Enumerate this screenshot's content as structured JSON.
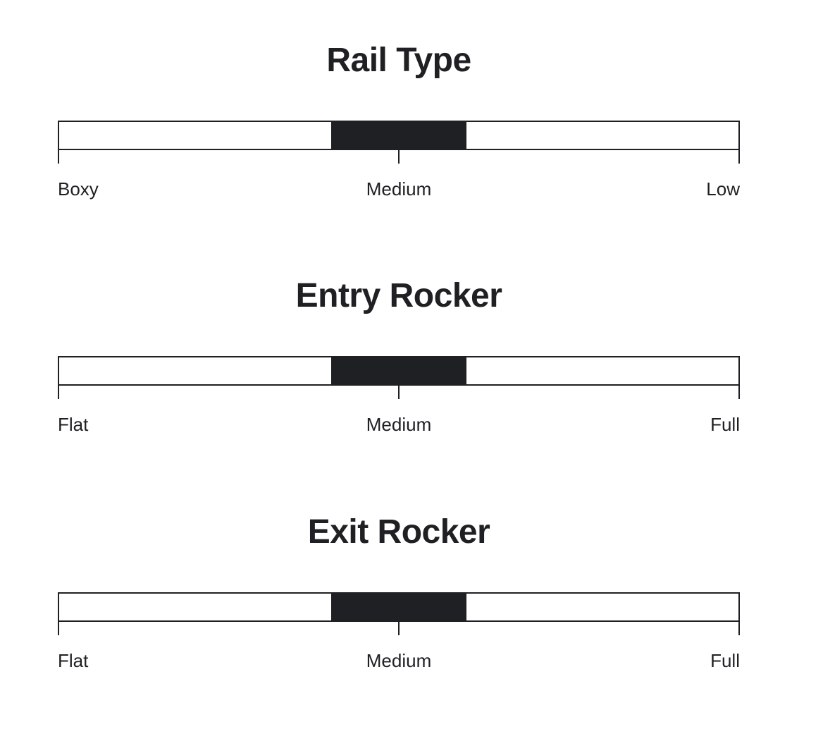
{
  "page": {
    "background_color": "#ffffff",
    "ink_color": "#1f2023"
  },
  "chart_data": {
    "type": "bar",
    "title": "",
    "subtitle": "",
    "xlabel": "",
    "ylabel": "",
    "grid": false,
    "legend": null,
    "description": "Three horizontal spec-scale indicator bars. Each bar runs 0 to 100 with a filled band marking the selected value range, plus three tick labels at 0, 50 and 100.",
    "axis_range": [
      0,
      100
    ],
    "series": [
      {
        "name": "Rail Type",
        "fill_start": 40,
        "fill_end": 60,
        "value": 50,
        "tick_positions": [
          0,
          50,
          100
        ],
        "tick_labels": [
          "Boxy",
          "Medium",
          "Low"
        ]
      },
      {
        "name": "Entry Rocker",
        "fill_start": 40,
        "fill_end": 60,
        "value": 50,
        "tick_positions": [
          0,
          50,
          100
        ],
        "tick_labels": [
          "Flat",
          "Medium",
          "Full"
        ]
      },
      {
        "name": "Exit Rocker",
        "fill_start": 40,
        "fill_end": 60,
        "value": 50,
        "tick_positions": [
          0,
          50,
          100
        ],
        "tick_labels": [
          "Flat",
          "Medium",
          "Full"
        ]
      }
    ]
  },
  "specs": [
    {
      "title": "Rail Type",
      "fill_left_pct": "40%",
      "fill_width_pct": "20%",
      "labels": {
        "start": "Boxy",
        "mid": "Medium",
        "end": "Low"
      }
    },
    {
      "title": "Entry Rocker",
      "fill_left_pct": "40%",
      "fill_width_pct": "20%",
      "labels": {
        "start": "Flat",
        "mid": "Medium",
        "end": "Full"
      }
    },
    {
      "title": "Exit Rocker",
      "fill_left_pct": "40%",
      "fill_width_pct": "20%",
      "labels": {
        "start": "Flat",
        "mid": "Medium",
        "end": "Full"
      }
    }
  ]
}
